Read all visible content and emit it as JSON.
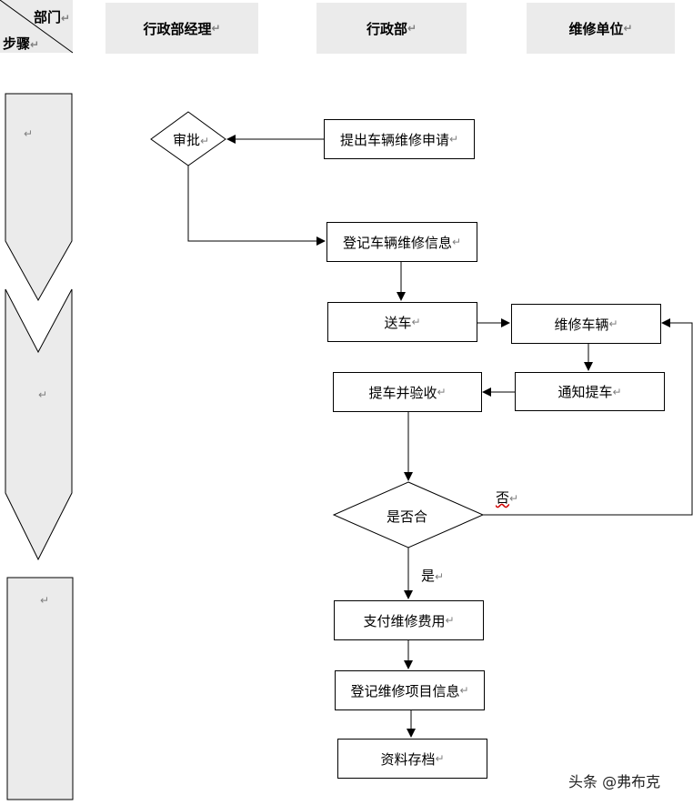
{
  "corner": {
    "department": "部门",
    "steps": "步骤"
  },
  "columns": [
    "行政部经理",
    "行政部",
    "维修单位"
  ],
  "mark": "↵",
  "nodes": {
    "approve": "审批",
    "submit": "提出车辆维修申请",
    "register_info": "登记车辆维修信息",
    "send": "送车",
    "repair": "维修车辆",
    "notify": "通知提车",
    "pickup": "提车并验收",
    "qualified": "是否合",
    "pay": "支付维修费用",
    "register_items": "登记维修项目信息",
    "archive": "资料存档"
  },
  "edges": {
    "no": "否",
    "yes": "是"
  },
  "watermark": "头条 @弗布克"
}
